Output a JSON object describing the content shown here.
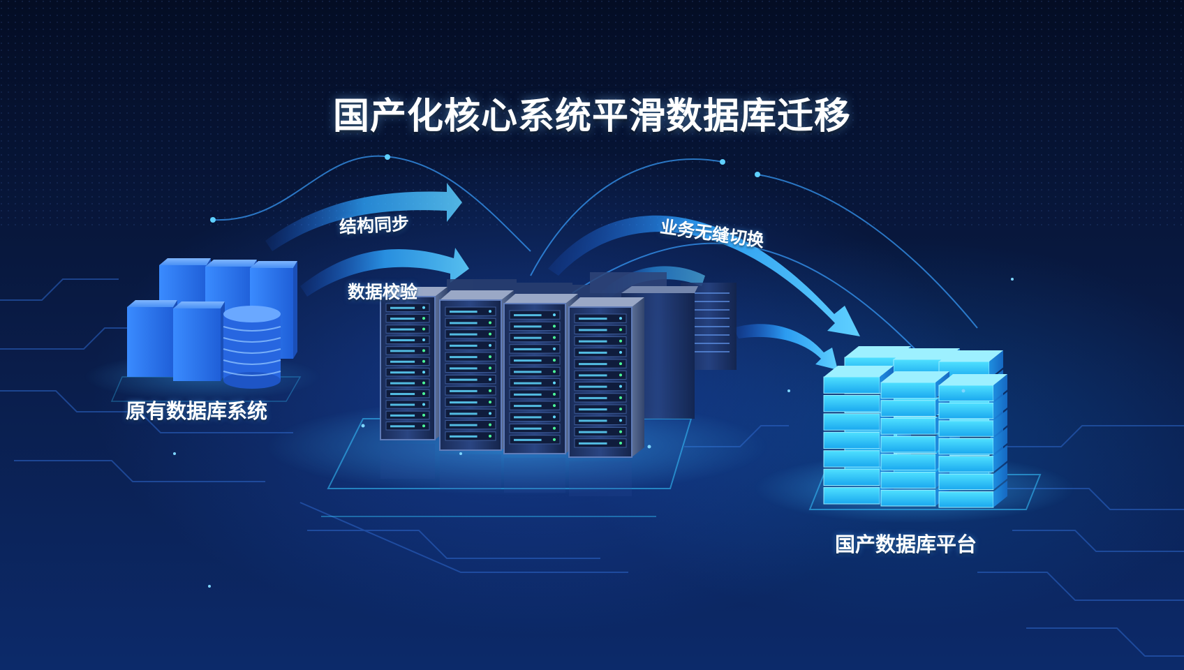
{
  "title": "国产化核心系统平滑数据库迁移",
  "labels": {
    "structure_sync": "结构同步",
    "data_verify": "数据校验",
    "seamless_switch": "业务无缝切换",
    "legacy_system": "原有数据库系统",
    "domestic_platform": "国产数据库平台"
  },
  "colors": {
    "background": "#061433",
    "legacy_blue": "#2f7df0",
    "server_body": "#1b2f5e",
    "server_led": "#5fd8ff",
    "target_cyan": "#3fd0f5",
    "flow_arrow": "#2fa8ff"
  },
  "icons": {
    "source": "database-server-icon",
    "middle": "server-rack-icon",
    "target": "storage-block-icon",
    "flows": "arrow-flow-icon"
  }
}
